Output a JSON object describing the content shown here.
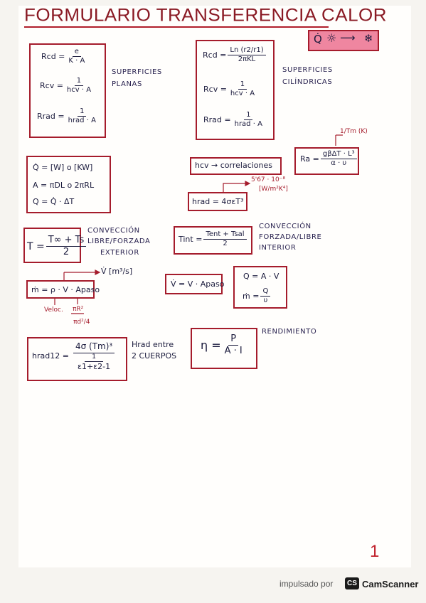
{
  "title": "FORMULARIO TRANSFERENCIA CALOR",
  "header_icon": {
    "q": "Q̇",
    "arrow": "⟶",
    "sun": "☼",
    "snow": "❄"
  },
  "planar": {
    "rcd": {
      "lhs": "Rcd =",
      "num": "e",
      "den": "K · A"
    },
    "rcv": {
      "lhs": "Rcv =",
      "num": "1",
      "den": "hcv · A"
    },
    "rrad": {
      "lhs": "Rrad =",
      "num": "1",
      "den": "hrad · A"
    },
    "label_1": "SUPERFICIES",
    "label_2": "PLANAS"
  },
  "cyl": {
    "rcd": {
      "lhs": "Rcd =",
      "num": "Ln (r2/r1)",
      "den": "2πKL"
    },
    "rcv": {
      "lhs": "Rcv =",
      "num": "1",
      "den": "hcv · A"
    },
    "rrad": {
      "lhs": "Rrad =",
      "num": "1",
      "den": "hrad · A"
    },
    "label_1": "SUPERFICIES",
    "label_2": "CILÍNDRICAS"
  },
  "units": {
    "q": "Q̇ = [W] o [KW]",
    "a": "A = πDL o 2πRL",
    "qdt": "Q = Q̇ · ΔT"
  },
  "hcv": "hcv → correlaciones",
  "hrad": {
    "lhs": "hrad = 4σεT³",
    "sigma": "5'67 · 10⁻⁸",
    "units": "[W/m²K⁴]"
  },
  "ra": {
    "lhs": "Ra =",
    "num": "gβΔT · L³",
    "den": "α · υ",
    "beta": "1/Tm (K)"
  },
  "t_ext": {
    "lhs": "T =",
    "num": "T∞ + Ts",
    "den": "2",
    "label_1": "CONVECCIÓN",
    "label_2": "LIBRE/FORZADA",
    "label_3": "EXTERIOR"
  },
  "t_int": {
    "lhs": "Tint =",
    "num": "Tent + Tsal",
    "den": "2",
    "label_1": "CONVECCIÓN",
    "label_2": "FORZADA/LIBRE",
    "label_3": "INTERIOR"
  },
  "mdot": {
    "eq": "ṁ = ρ · V · Apaso",
    "vdot": "V̇ [m³/s]",
    "veloc": "Veloc.",
    "a1": "πR²",
    "a2": "πd²/4"
  },
  "vdot_eq": "V̇ = V · Apaso",
  "qav": {
    "q": "Q = A · V",
    "m_lhs": "ṁ =",
    "m_num": "Q",
    "m_den": "υ"
  },
  "hrad12": {
    "lhs": "hrad12 =",
    "num": "4σ (Tm)³",
    "inner_num": "1",
    "inner_den": "ε1+ε2-1",
    "label_1": "Hrad entre",
    "label_2": "2 CUERPOS"
  },
  "eta": {
    "lhs": "η =",
    "num": "P",
    "den": "A · I",
    "label": "RENDIMIENTO"
  },
  "page_number": "1",
  "footer": {
    "text": "impulsado por",
    "badge": "CS",
    "brand": "CamScanner"
  }
}
